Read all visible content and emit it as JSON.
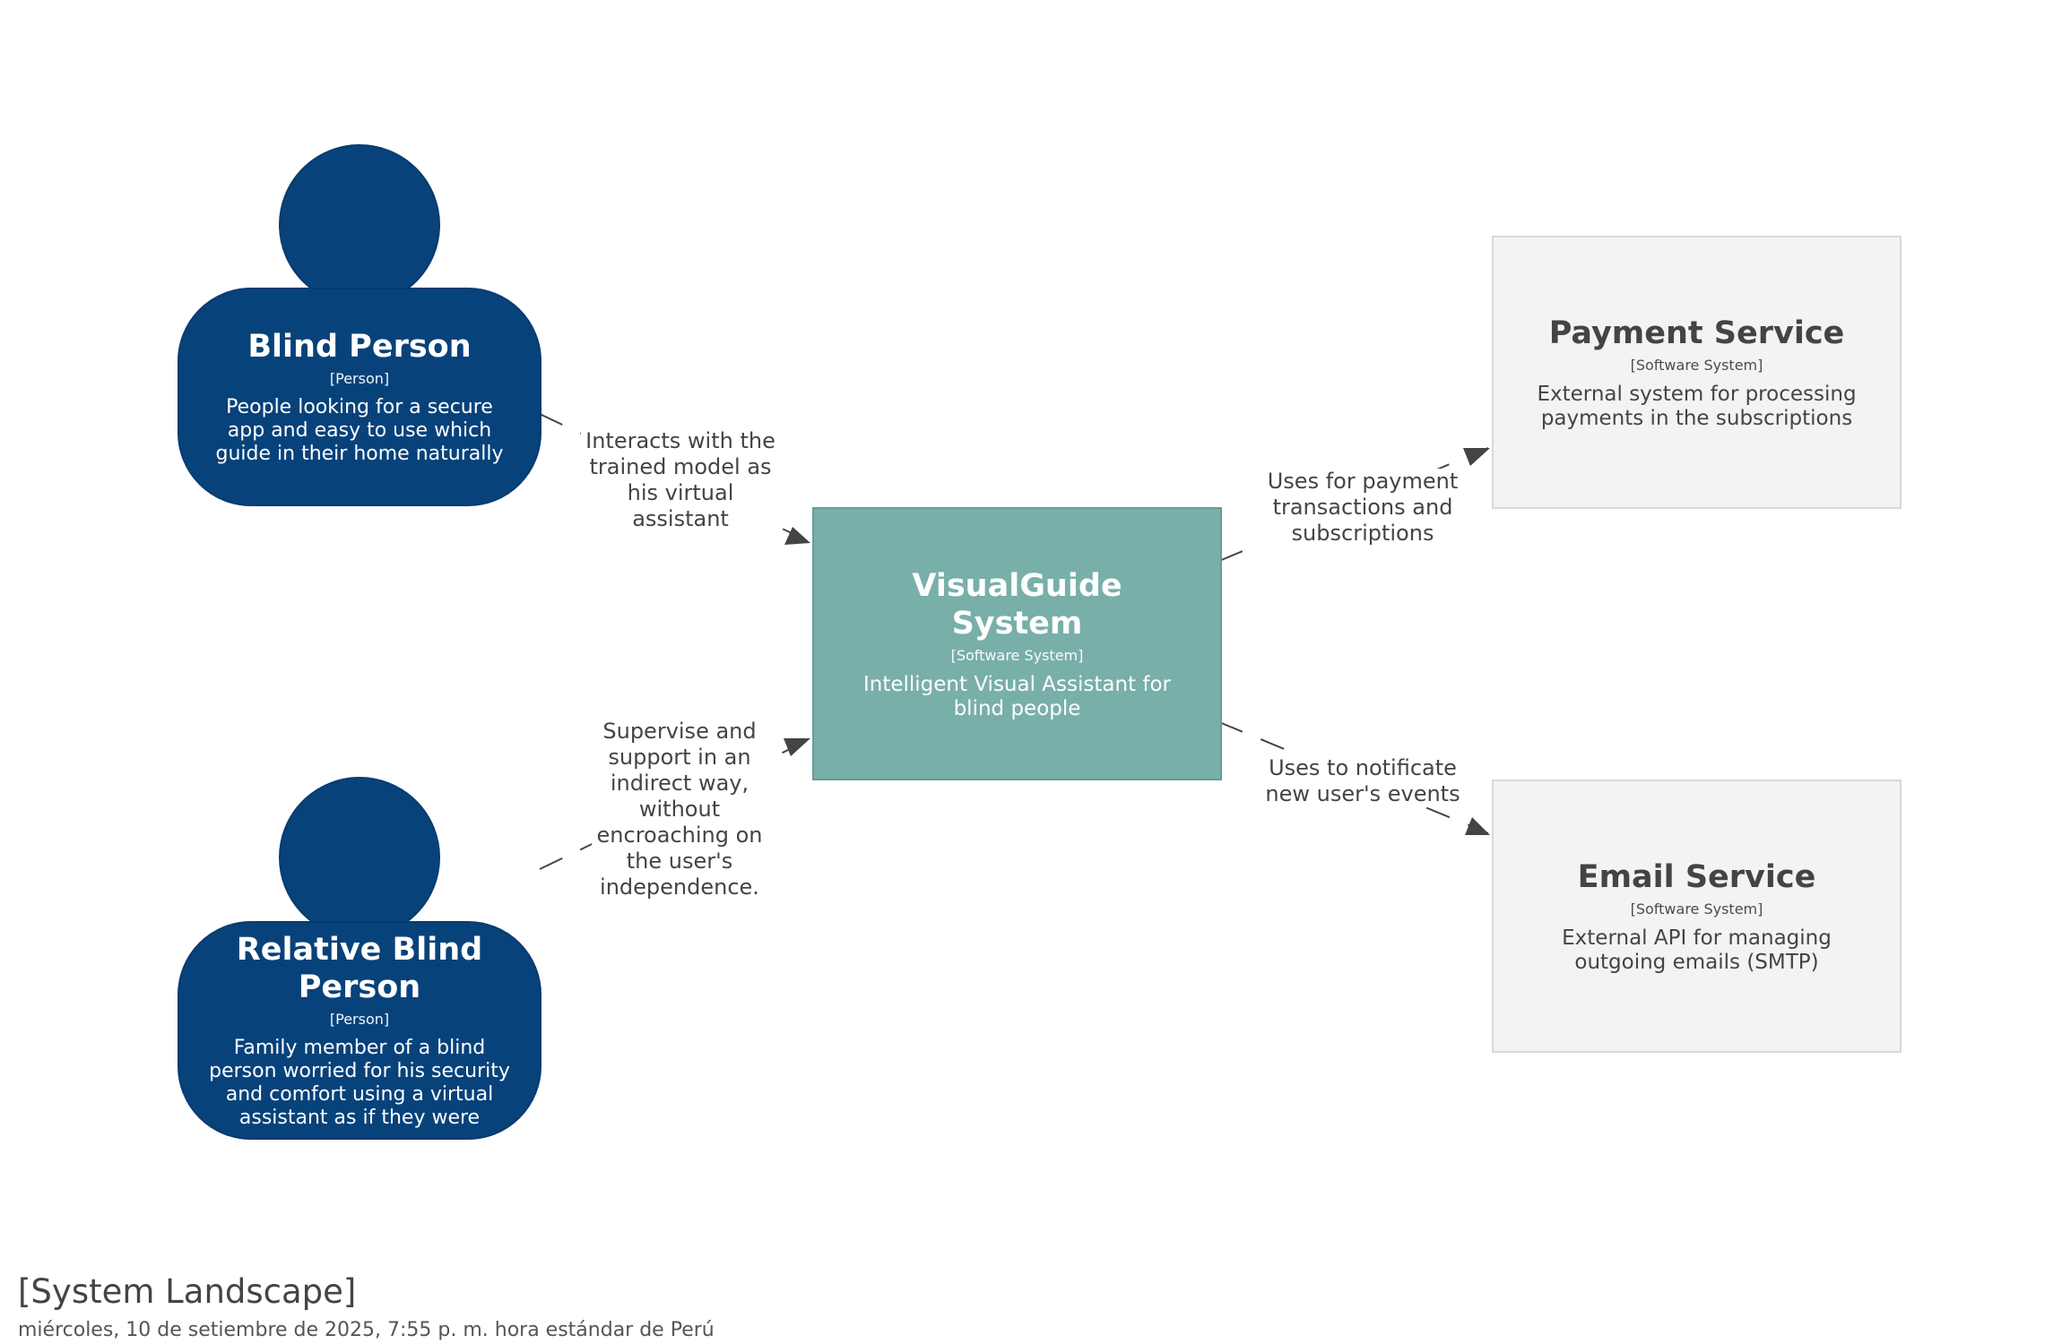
{
  "people": [
    {
      "name": "Blind Person",
      "type": "[Person]",
      "description": "People looking for a secure app and easy to use which guide in their home naturally"
    },
    {
      "name": "Relative Blind Person",
      "type": "[Person]",
      "description": "Family member of a blind person worried for his security and comfort using a virtual assistant as if they were"
    }
  ],
  "systems": {
    "visualguide": {
      "name": "VisualGuide System",
      "type": "[Software System]",
      "description": "Intelligent Visual Assistant for blind people"
    },
    "payment": {
      "name": "Payment Service",
      "type": "[Software System]",
      "description": "External system for processing payments in the subscriptions"
    },
    "email": {
      "name": "Email Service",
      "type": "[Software System]",
      "description": "External API for managing outgoing emails (SMTP)"
    }
  },
  "relationships": [
    {
      "label": "Interacts with the trained model as his virtual assistant"
    },
    {
      "label": "Supervise and support in an indirect way, without encroaching on the user's independence."
    },
    {
      "label": "Uses for payment transactions and subscriptions"
    },
    {
      "label": "Uses to notificate new user's events"
    }
  ],
  "footer": {
    "title": "[System Landscape]",
    "date": "miércoles, 10 de setiembre de 2025, 7:55 p. m. hora estándar de Perú"
  },
  "colors": {
    "person": "#08427b",
    "internal_system": "#79afa9",
    "external_system": "#f3f3f3",
    "arrow": "#444444"
  }
}
